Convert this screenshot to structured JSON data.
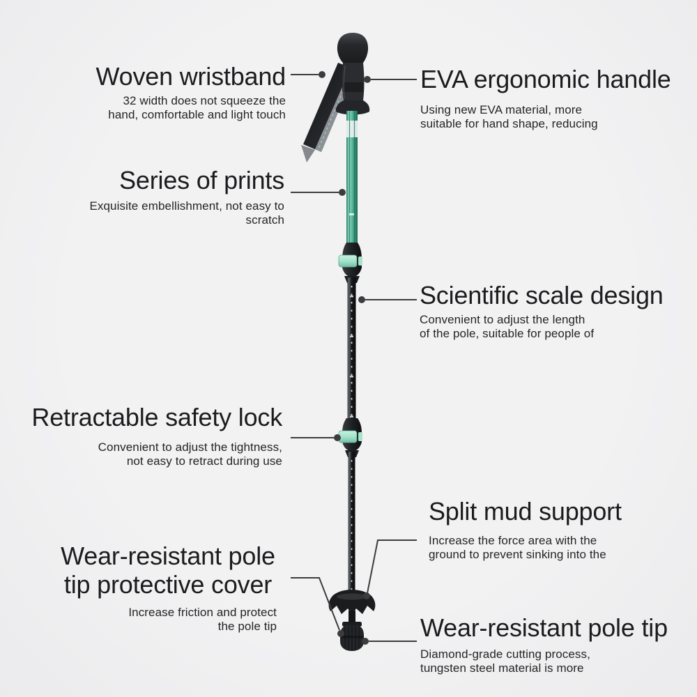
{
  "colors": {
    "background": "#f0f0f1",
    "callout_line": "#3c3c3e",
    "title_text": "#1c1c1e",
    "body_text": "#242426",
    "pole_green": "#5bb89d",
    "lock_mint": "#a5e3cd"
  },
  "features": [
    {
      "id": "woven-wristband",
      "title": "Woven wristband",
      "desc": [
        "32 width does not squeeze the",
        "hand, comfortable and light touch"
      ]
    },
    {
      "id": "eva-ergonomic-handle",
      "title": "EVA ergonomic handle",
      "desc": [
        "Using new EVA material, more",
        "suitable for hand shape, reducing"
      ]
    },
    {
      "id": "series-of-prints",
      "title": "Series of prints",
      "desc": [
        "Exquisite embellishment, not easy to",
        "scratch"
      ]
    },
    {
      "id": "scientific-scale-design",
      "title": "Scientific scale design",
      "desc": [
        "Convenient to adjust the length",
        "of the pole, suitable for people of"
      ]
    },
    {
      "id": "retractable-safety-lock",
      "title": "Retractable safety lock",
      "desc": [
        "Convenient to adjust the tightness,",
        "not easy to retract during use"
      ]
    },
    {
      "id": "split-mud-support",
      "title": "Split mud support",
      "desc": [
        "Increase the force area with the",
        "ground to prevent sinking into the"
      ]
    },
    {
      "id": "tip-protective-cover",
      "title_lines": [
        "Wear-resistant pole",
        "tip protective cover"
      ],
      "desc": [
        "Increase friction and protect",
        "the pole tip"
      ]
    },
    {
      "id": "wear-resistant-pole-tip",
      "title": "Wear-resistant pole tip",
      "desc": [
        "Diamond-grade cutting process,",
        "tungsten steel material is more"
      ]
    }
  ],
  "illustration": {
    "subject": "folding trekking pole",
    "parts": [
      "eva-handle",
      "wristband-strap",
      "upper-green-shaft",
      "reflective-band",
      "upper-flip-lock",
      "scale-marked-shaft",
      "lower-flip-lock",
      "lower-shaft",
      "mud-basket",
      "tip-protective-cover"
    ]
  }
}
